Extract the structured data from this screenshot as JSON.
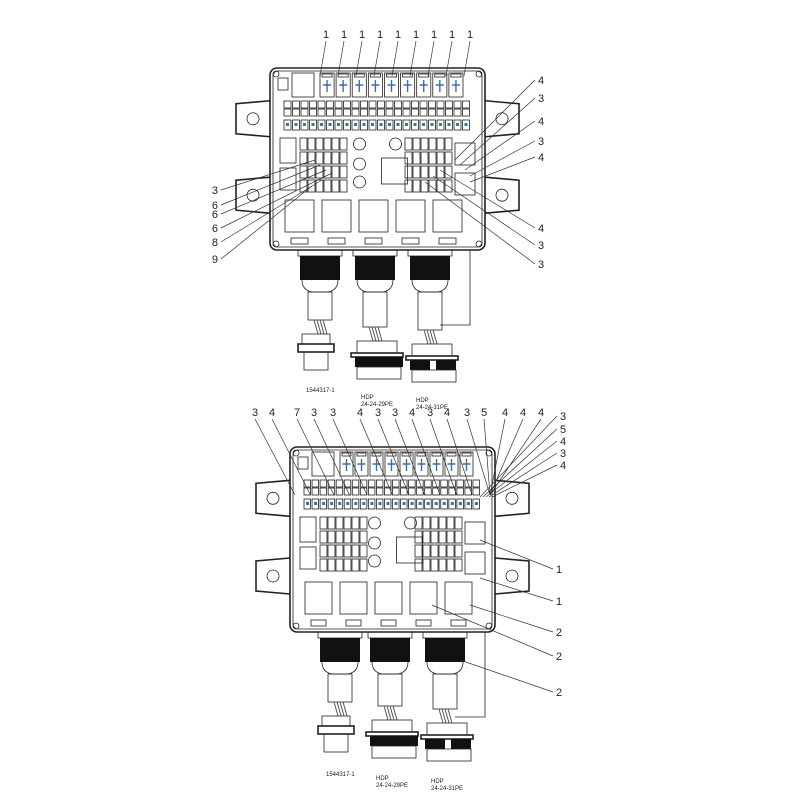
{
  "top_view": {
    "callouts_top": [
      "1",
      "1",
      "1",
      "1",
      "1",
      "1",
      "1",
      "1",
      "1"
    ],
    "callouts_right": [
      "4",
      "3",
      "4",
      "3",
      "4",
      "4",
      "3",
      "3"
    ],
    "callouts_left": [
      "3",
      "6",
      "6",
      "6",
      "8",
      "9"
    ],
    "connectors": [
      {
        "line1": "1544317-1",
        "line2": ""
      },
      {
        "line1": "HDP",
        "line2": "24-24-29PE"
      },
      {
        "line1": "HDP",
        "line2": "24-24-31PE"
      }
    ]
  },
  "bottom_view": {
    "callouts_top": [
      "3",
      "4",
      "7",
      "3",
      "3",
      "4",
      "3",
      "3",
      "4",
      "3",
      "4",
      "3",
      "5",
      "4",
      "4",
      "4"
    ],
    "callouts_right_upper": [
      "3",
      "5",
      "4",
      "3",
      "4"
    ],
    "callouts_right_lower": [
      "1",
      "1",
      "2",
      "2",
      "2"
    ],
    "connectors": [
      {
        "line1": "1544317-1",
        "line2": ""
      },
      {
        "line1": "HDP",
        "line2": "24-24-29PE"
      },
      {
        "line1": "HDP",
        "line2": "24-24-31PE"
      }
    ]
  },
  "colors": {
    "line": "#222222",
    "background": "#ffffff"
  }
}
